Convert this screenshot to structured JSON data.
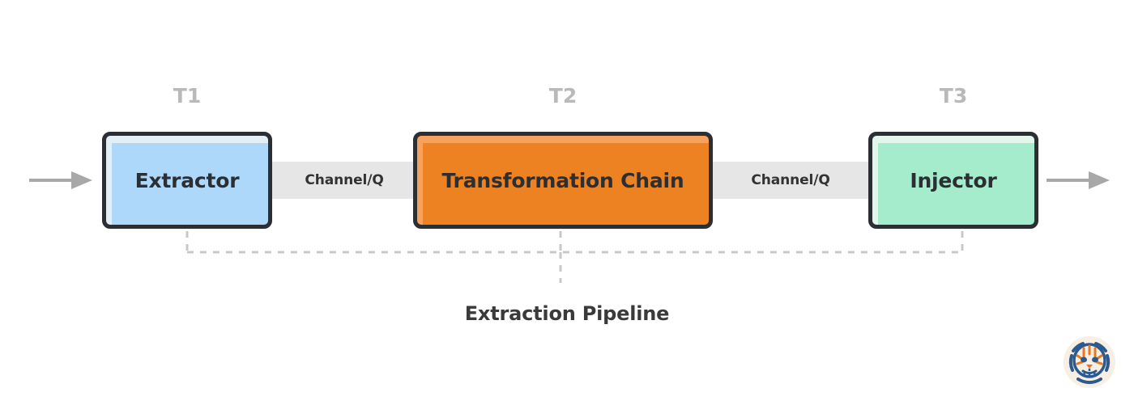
{
  "diagram": {
    "caption": "Extraction Pipeline",
    "background_color": "#ffffff",
    "stages": [
      {
        "tier": "T1",
        "label": "Extractor",
        "fill_color": "#aed8fa",
        "highlight_color": "#e4eef6",
        "border_color": "#2b2f33"
      },
      {
        "tier": "T2",
        "label": "Transformation Chain",
        "fill_color": "#ed8222",
        "highlight_color": "#f6a25d",
        "border_color": "#2b2f33"
      },
      {
        "tier": "T3",
        "label": "Injector",
        "fill_color": "#a4eccb",
        "highlight_color": "#e3f6ec",
        "border_color": "#2b2f33"
      }
    ],
    "channels": [
      {
        "label": "Channel/Q",
        "band_color": "#e6e6e6"
      },
      {
        "label": "Channel/Q",
        "band_color": "#e6e6e6"
      }
    ],
    "flow_arrows": {
      "inbound_icon": "arrow-right-icon",
      "outbound_icon": "arrow-right-icon",
      "color": "#a8a8a8"
    },
    "bracket": {
      "color": "#c8c8c8",
      "style": "dashed"
    },
    "logo": {
      "icon": "tiger-head-logo-icon",
      "circle_color": "#f7efe3",
      "primary_color": "#2d5a8e",
      "accent_color": "#e87722"
    }
  }
}
